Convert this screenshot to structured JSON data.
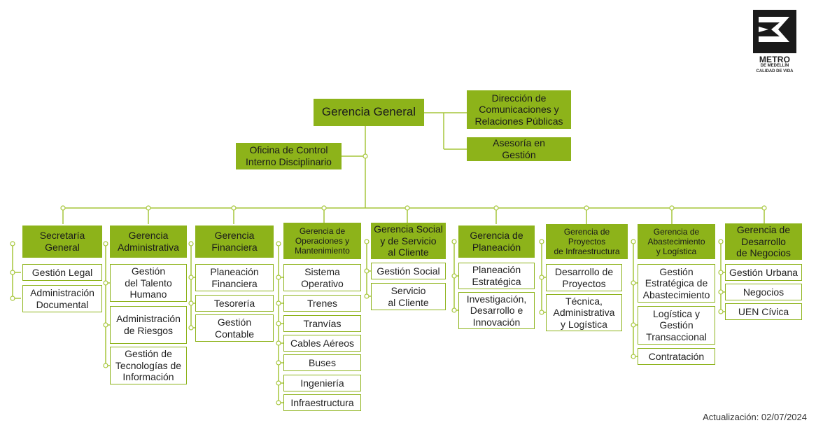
{
  "top": {
    "general": "Gerencia General",
    "comunicaciones": "Dirección de\nComunicaciones y\nRelaciones Públicas",
    "asesoria": "Asesoría en\nGestión",
    "control": "Oficina de Control\nInterno Disciplinario"
  },
  "departments": [
    {
      "name": "Secretaría\nGeneral",
      "units": [
        "Gestión Legal",
        "Administración\nDocumental"
      ]
    },
    {
      "name": "Gerencia\nAdministrativa",
      "units": [
        "Gestión\ndel Talento\nHumano",
        "Administración\nde Riesgos",
        "Gestión de\nTecnologías de\nInformación"
      ]
    },
    {
      "name": "Gerencia\nFinanciera",
      "units": [
        "Planeación\nFinanciera",
        "Tesorería",
        "Gestión\nContable"
      ]
    },
    {
      "name": "Gerencia de\nOperaciones y\nMantenimiento",
      "units": [
        "Sistema\nOperativo",
        "Trenes",
        "Tranvías",
        "Cables Aéreos",
        "Buses",
        "Ingeniería",
        "Infraestructura"
      ]
    },
    {
      "name": "Gerencia Social\ny de Servicio\nal Cliente",
      "units": [
        "Gestión Social",
        "Servicio\nal Cliente"
      ]
    },
    {
      "name": "Gerencia de\nPlaneación",
      "units": [
        "Planeación\nEstratégica",
        "Investigación,\nDesarrollo e\nInnovación"
      ]
    },
    {
      "name": "Gerencia de\nProyectos\nde Infraestructura",
      "units": [
        "Desarrollo de\nProyectos",
        "Técnica,\nAdministrativa\ny Logística"
      ]
    },
    {
      "name": "Gerencia de\nAbastecimiento\ny Logística",
      "units": [
        "Gestión\nEstratégica de\nAbastecimiento",
        "Logística y\nGestión\nTransaccional",
        "Contratación"
      ]
    },
    {
      "name": "Gerencia de\nDesarrollo\nde Negocios",
      "units": [
        "Gestión Urbana",
        "Negocios",
        "UEN Cívica"
      ]
    }
  ],
  "logo": {
    "line1": "METRO",
    "line2": "DE MEDELLÍN",
    "line3": "CALIDAD DE VIDA"
  },
  "footer": {
    "update": "Actualización: 02/07/2024"
  },
  "colors": {
    "accent": "#8db31a",
    "logo": "#1a1a1a"
  }
}
